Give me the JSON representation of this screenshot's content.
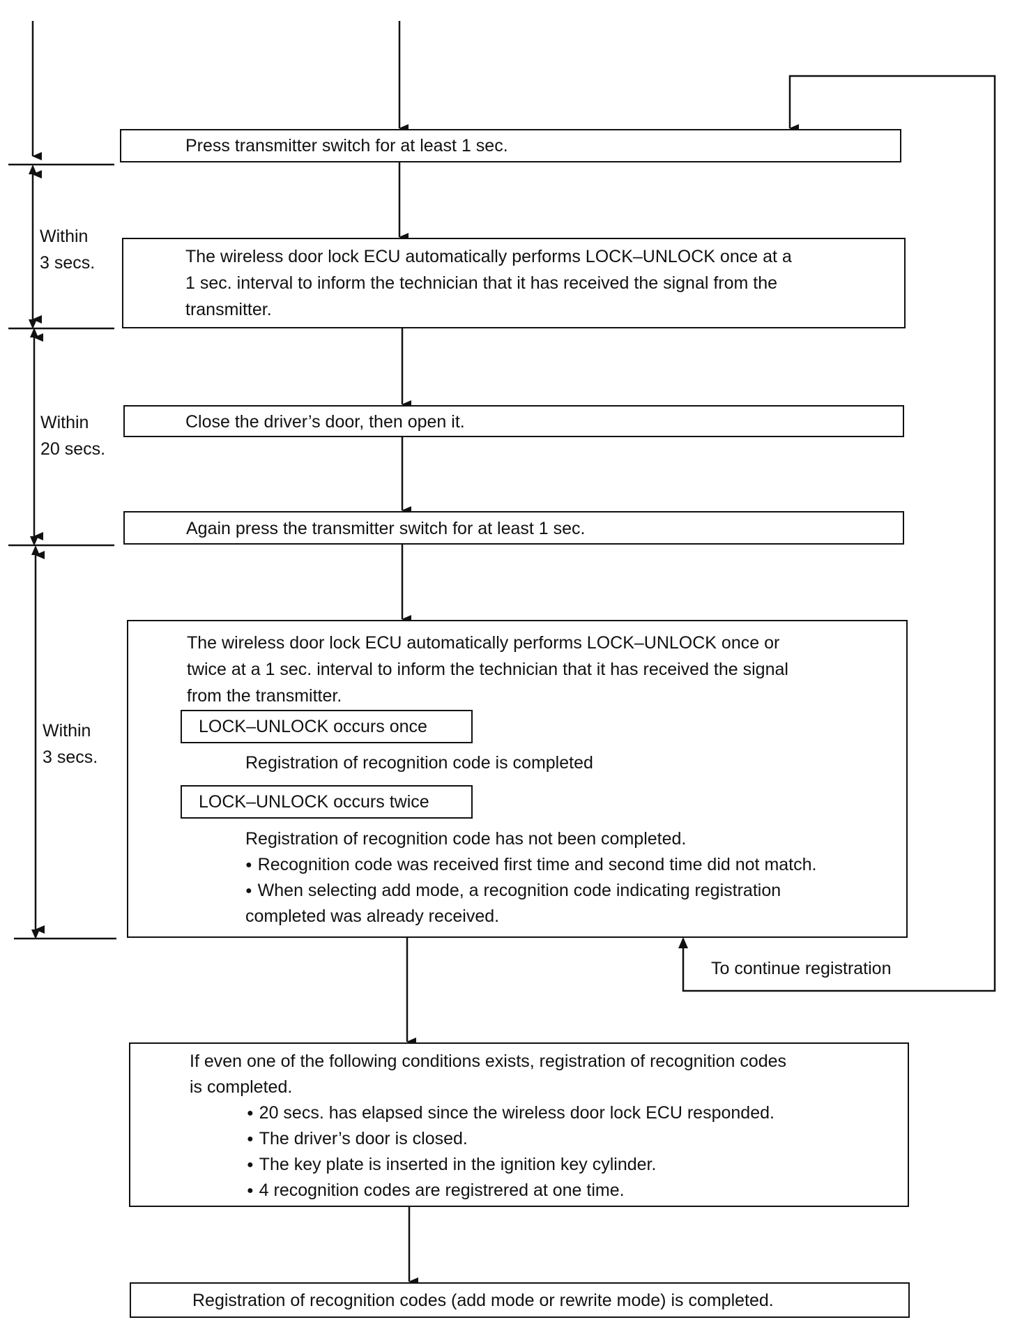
{
  "steps": {
    "s1": "Press transmitter switch for at least 1 sec.",
    "s2": [
      "The wireless door lock ECU automatically performs LOCK–UNLOCK once at a",
      "1 sec. interval to inform the technician that it has received the signal from the",
      "transmitter."
    ],
    "s3": "Close the driver’s door, then open it.",
    "s4": "Again press the transmitter switch for at least 1 sec.",
    "s5": {
      "intro": [
        "The wireless door lock ECU automatically performs LOCK–UNLOCK once or",
        "twice at a 1 sec. interval to inform the technician that it has received the signal",
        "from the transmitter."
      ],
      "once_label": "LOCK–UNLOCK occurs once",
      "once_text": "Registration of recognition code is completed",
      "twice_label": "LOCK–UNLOCK occurs twice",
      "twice_text": "Registration of recognition code has not been completed.",
      "bullets": [
        "Recognition code was received first time and second time did not match.",
        "When selecting add mode, a recognition code indicating registration",
        "completed was already received."
      ]
    },
    "s6": {
      "intro": [
        "If even one of the following conditions exists, registration of recognition codes",
        "is completed."
      ],
      "bullets": [
        "20 secs. has elapsed since the wireless door lock ECU responded.",
        "The driver’s door is closed.",
        "The key plate is inserted in the ignition key cylinder.",
        "4 recognition codes are registrered at one time."
      ]
    },
    "s7": "Registration of recognition codes (add mode or rewrite mode) is completed."
  },
  "timing": {
    "t1": [
      "Within",
      "3 secs."
    ],
    "t2": [
      "Within",
      "20 secs."
    ],
    "t3": [
      "Within",
      "3 secs."
    ]
  },
  "loop_label": "To continue registration"
}
